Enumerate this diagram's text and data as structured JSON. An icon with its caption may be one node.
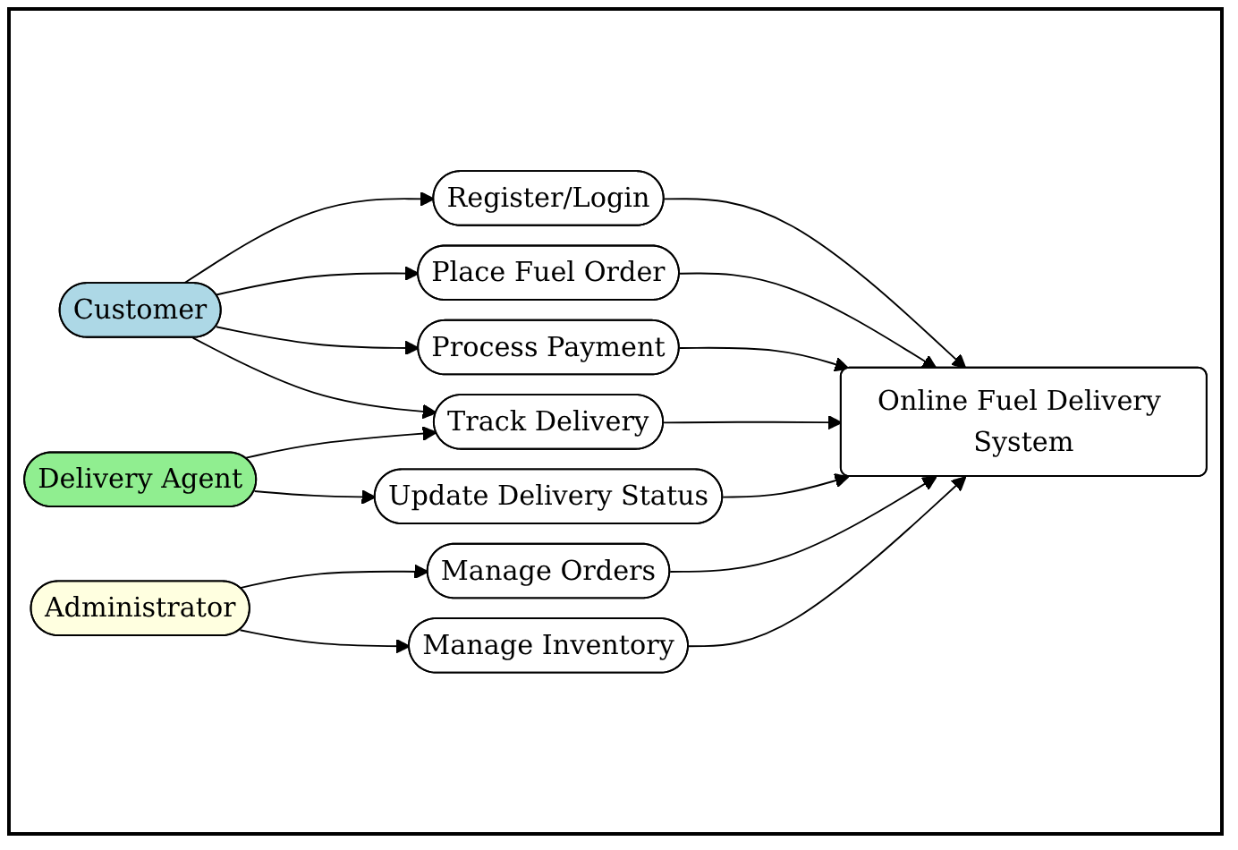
{
  "diagram": {
    "nodes": [
      {
        "text": [
          "Customer"
        ]
      },
      {
        "text": [
          "Delivery Agent"
        ]
      },
      {
        "text": [
          "Administrator"
        ]
      },
      {
        "text": [
          "Register/Login"
        ]
      },
      {
        "text": [
          "Place Fuel Order"
        ]
      },
      {
        "text": [
          "Process Payment"
        ]
      },
      {
        "text": [
          "Track Delivery"
        ]
      },
      {
        "text": [
          "Update Delivery Status"
        ]
      },
      {
        "text": [
          "Manage Orders"
        ]
      },
      {
        "text": [
          "Manage Inventory"
        ]
      },
      {
        "text": [
          "Online Fuel Delivery System"
        ]
      }
    ],
    "edges": [
      {
        "from": 0,
        "to": 3,
        "arrow": "to"
      },
      {
        "from": 0,
        "to": 4,
        "arrow": "to"
      },
      {
        "from": 0,
        "to": 5,
        "arrow": "to"
      },
      {
        "from": 0,
        "to": 6,
        "arrow": "to"
      },
      {
        "from": 1,
        "to": 6,
        "arrow": "to"
      },
      {
        "from": 1,
        "to": 7,
        "arrow": "to"
      },
      {
        "from": 2,
        "to": 8,
        "arrow": "to"
      },
      {
        "from": 2,
        "to": 9,
        "arrow": "to"
      },
      {
        "from": 3,
        "to": 10,
        "arrow": "to"
      },
      {
        "from": 4,
        "to": 10,
        "arrow": "to"
      },
      {
        "from": 5,
        "to": 10,
        "arrow": "to"
      },
      {
        "from": 6,
        "to": 10,
        "arrow": "to"
      },
      {
        "from": 7,
        "to": 10,
        "arrow": "to"
      },
      {
        "from": 8,
        "to": 10,
        "arrow": "to"
      },
      {
        "from": 9,
        "to": 10,
        "arrow": "to"
      }
    ]
  }
}
